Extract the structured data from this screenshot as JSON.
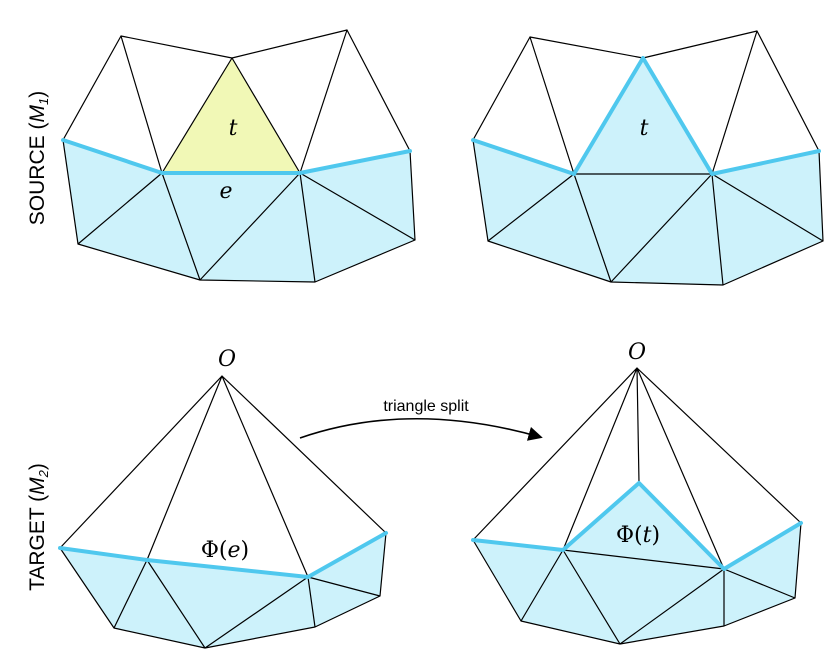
{
  "colors": {
    "region_fill": "#cdf2fb",
    "triangle_fill": "#f1f8b6",
    "highlight": "#4fc8ee",
    "edge": "#000000"
  },
  "row_labels": {
    "source_prefix": "SOURCE (",
    "source_sym": "M",
    "source_sub": "1",
    "target_prefix": "TARGET (",
    "target_sym": "M",
    "target_sub": "2",
    "close": ")"
  },
  "labels": {
    "t_source_left": "t",
    "e_source_left": "e",
    "t_source_right": "t",
    "o_target_left": "O",
    "o_target_right": "O",
    "phi": "Φ(",
    "phi_e_arg": "e",
    "phi_t_arg": "t",
    "paren_close": ")"
  },
  "arrow": {
    "label": "triangle split"
  }
}
